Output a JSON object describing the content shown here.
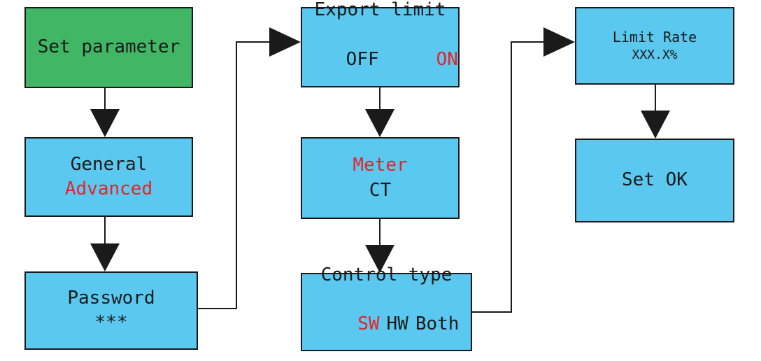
{
  "colors": {
    "box_fill": "#5bc8ef",
    "start_fill": "#41b766",
    "highlight_text": "#e5232a",
    "stroke": "#1a1a1a"
  },
  "nodes": {
    "set_parameter": {
      "label": "Set parameter"
    },
    "general_advanced": {
      "general": "General",
      "advanced": "Advanced"
    },
    "password": {
      "label": "Password",
      "value": "***"
    },
    "export_limit": {
      "label": "Export limit",
      "off": "OFF",
      "on": "ON"
    },
    "meter_ct": {
      "meter": "Meter",
      "ct": "CT"
    },
    "control_type": {
      "label": "Control type",
      "sw": "SW",
      "hw": "HW",
      "both": "Both"
    },
    "limit_rate": {
      "label": "Limit Rate",
      "value": "XXX.X%"
    },
    "set_ok": {
      "label": "Set OK"
    }
  },
  "edges": [
    {
      "from": "set_parameter",
      "to": "general_advanced"
    },
    {
      "from": "general_advanced",
      "to": "password"
    },
    {
      "from": "password",
      "to": "export_limit"
    },
    {
      "from": "export_limit",
      "to": "meter_ct"
    },
    {
      "from": "meter_ct",
      "to": "control_type"
    },
    {
      "from": "control_type",
      "to": "limit_rate"
    },
    {
      "from": "limit_rate",
      "to": "set_ok"
    }
  ]
}
